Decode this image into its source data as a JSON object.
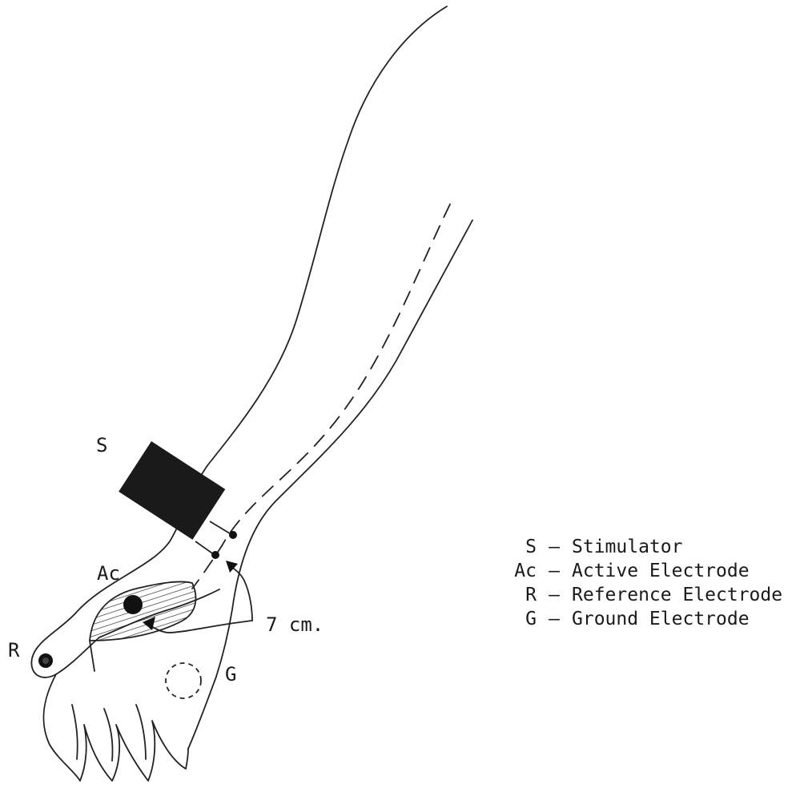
{
  "labels": {
    "s": "S",
    "ac": "Ac",
    "r": "R",
    "g": "G",
    "distance": "7 cm."
  },
  "legend": [
    {
      "key": "S",
      "dash": "–",
      "text": "Stimulator"
    },
    {
      "key": "Ac",
      "dash": "–",
      "text": "Active Electrode"
    },
    {
      "key": "R",
      "dash": "–",
      "text": "Reference Electrode"
    },
    {
      "key": "G",
      "dash": "–",
      "text": "Ground Electrode"
    }
  ]
}
